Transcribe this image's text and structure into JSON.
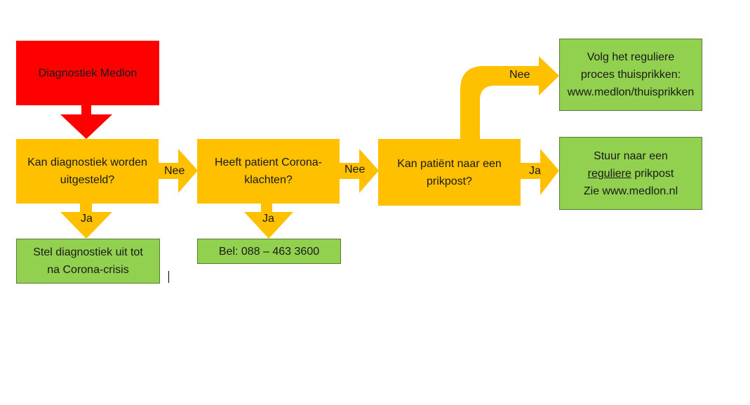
{
  "nodes": {
    "start": "Diagnostiek Medlon",
    "q1": [
      "Kan diagnostiek worden",
      "uitgesteld?"
    ],
    "q2": [
      "Heeft patient Corona-",
      "klachten?"
    ],
    "q3": [
      "Kan patiënt naar een",
      "prikpost?"
    ],
    "a1": [
      "Stel diagnostiek uit tot",
      "na Corona-crisis"
    ],
    "a2": "Bel: 088 – 463 3600",
    "a3": [
      "Volg het reguliere",
      "proces thuisprikken:",
      "www.medlon/thuisprikken"
    ],
    "a4": {
      "line1": "Stuur naar een",
      "line2_underlined": "reguliere",
      "line2_rest": " prikpost",
      "line3": "Zie www.medlon.nl"
    }
  },
  "edges": {
    "nee_label": "Nee",
    "ja_label": "Ja"
  },
  "colors": {
    "start": "#ff0000",
    "question": "#ffc000",
    "arrow": "#ffc000",
    "start_arrow": "#ff0000",
    "answer": "#92d050"
  }
}
